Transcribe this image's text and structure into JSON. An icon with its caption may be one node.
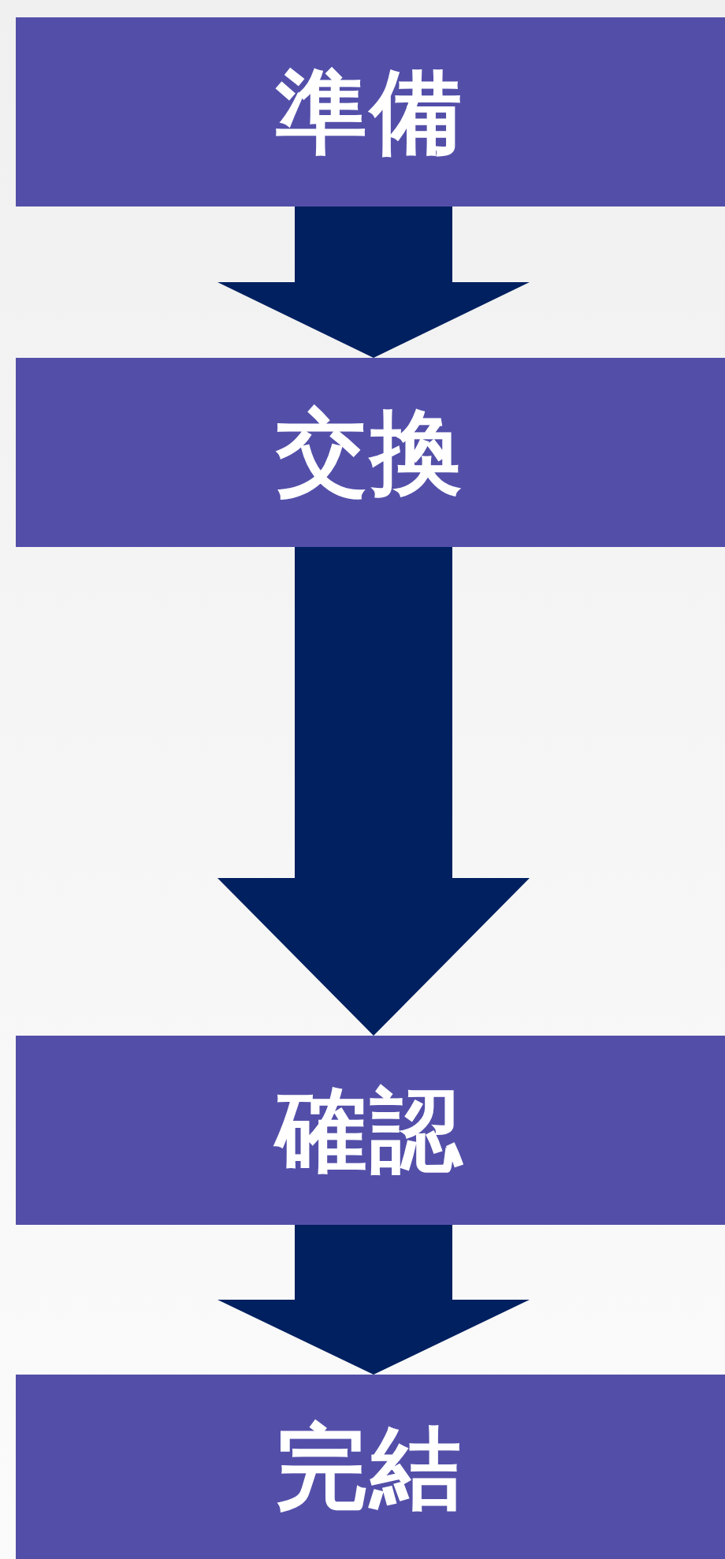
{
  "diagram": {
    "nodes": [
      {
        "text": [
          "準備"
        ]
      },
      {
        "text": [
          "交換"
        ]
      },
      {
        "text": [
          "確認"
        ]
      },
      {
        "text": [
          "完結"
        ]
      }
    ],
    "edges": [
      {
        "from": 0,
        "to": 1,
        "arrow": "to"
      },
      {
        "from": 1,
        "to": 2,
        "arrow": "to"
      },
      {
        "from": 2,
        "to": 3,
        "arrow": "to"
      }
    ]
  }
}
